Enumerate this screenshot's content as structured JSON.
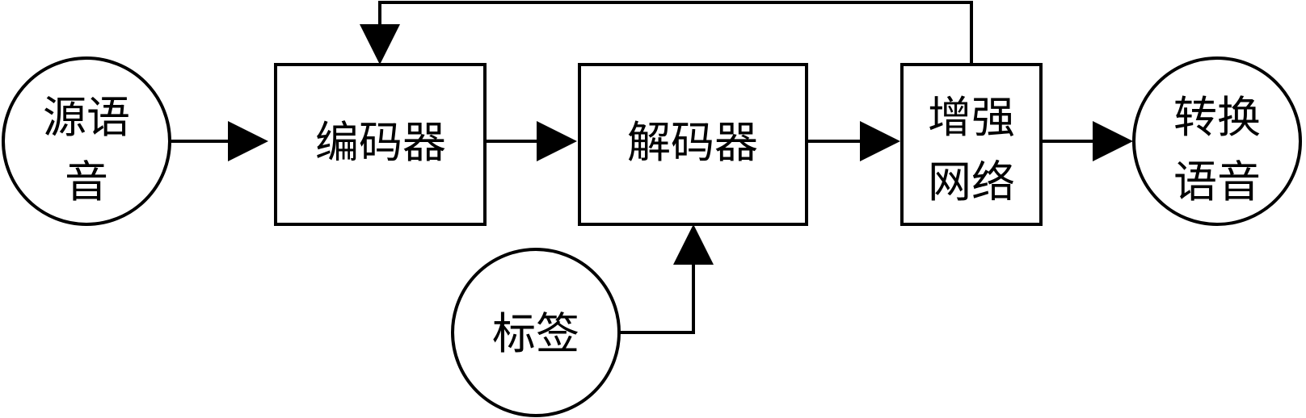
{
  "nodes": {
    "source_speech": {
      "lines": [
        "源语",
        "音"
      ]
    },
    "encoder": {
      "lines": [
        "编码器"
      ]
    },
    "decoder": {
      "lines": [
        "解码器"
      ]
    },
    "enhancement_network": {
      "lines": [
        "增强",
        "网络"
      ]
    },
    "converted_speech": {
      "lines": [
        "转换",
        "语音"
      ]
    },
    "label": {
      "lines": [
        "标签"
      ]
    }
  },
  "edges": [
    {
      "from": "source_speech",
      "to": "encoder"
    },
    {
      "from": "encoder",
      "to": "decoder"
    },
    {
      "from": "decoder",
      "to": "enhancement_network"
    },
    {
      "from": "enhancement_network",
      "to": "converted_speech"
    },
    {
      "from": "label",
      "to": "decoder"
    },
    {
      "from": "enhancement_network",
      "to": "encoder"
    }
  ]
}
